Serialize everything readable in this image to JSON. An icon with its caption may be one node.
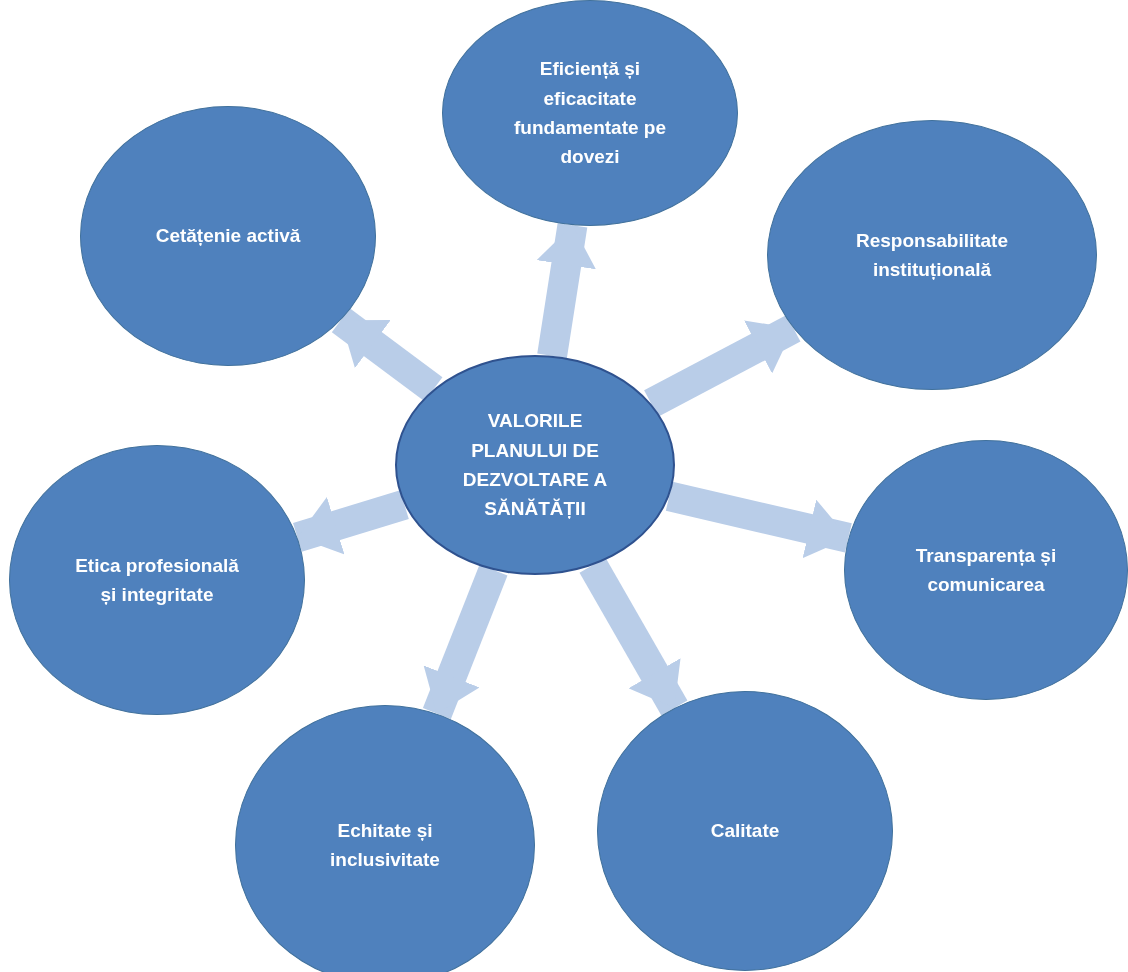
{
  "diagram": {
    "nodes": [
      {
        "text": [
          "VALORILE PLANULUI DE DEZVOLTARE A SĂNĂTĂȚII"
        ]
      },
      {
        "text": [
          "Eficiență și eficacitate fundamentate pe dovezi"
        ]
      },
      {
        "text": [
          "Responsabilitate instituțională"
        ]
      },
      {
        "text": [
          "Transparența și comunicarea"
        ]
      },
      {
        "text": [
          "Calitate"
        ]
      },
      {
        "text": [
          "Echitate și inclusivitate"
        ]
      },
      {
        "text": [
          "Etica profesională și integritate"
        ]
      },
      {
        "text": [
          "Cetățenie activă"
        ]
      }
    ],
    "edges": [
      {
        "from": 0,
        "to": 1,
        "arrow": "to"
      },
      {
        "from": 0,
        "to": 2,
        "arrow": "to"
      },
      {
        "from": 0,
        "to": 3,
        "arrow": "to"
      },
      {
        "from": 0,
        "to": 4,
        "arrow": "to"
      },
      {
        "from": 0,
        "to": 5,
        "arrow": "to"
      },
      {
        "from": 0,
        "to": 6,
        "arrow": "to"
      },
      {
        "from": 0,
        "to": 7,
        "arrow": "to"
      }
    ]
  }
}
